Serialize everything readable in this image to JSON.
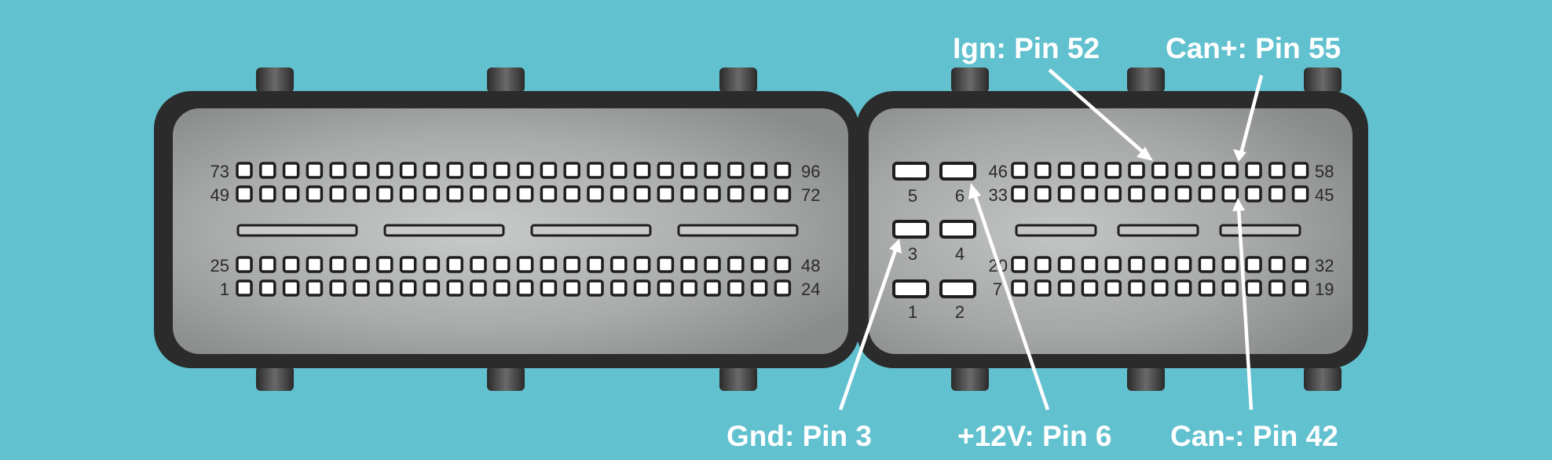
{
  "diagram": {
    "background_color": "#62c1cf",
    "housing_color": "#2b2b2b",
    "left_connector": {
      "rows": [
        {
          "first": "73",
          "last": "96"
        },
        {
          "first": "49",
          "last": "72"
        },
        {
          "first": "25",
          "last": "48"
        },
        {
          "first": "1",
          "last": "24"
        }
      ]
    },
    "right_connector": {
      "power_pins": [
        "1",
        "2",
        "3",
        "4",
        "5",
        "6"
      ],
      "rows": [
        {
          "first": "46",
          "last": "58"
        },
        {
          "first": "33",
          "last": "45"
        },
        {
          "first": "20",
          "last": "32"
        },
        {
          "first": "7",
          "last": "19"
        }
      ]
    },
    "callouts": {
      "ign": "Ign: Pin 52",
      "can_plus": "Can+: Pin 55",
      "gnd": "Gnd: Pin 3",
      "v12": "+12V: Pin 6",
      "can_minus": "Can-: Pin 42"
    }
  }
}
